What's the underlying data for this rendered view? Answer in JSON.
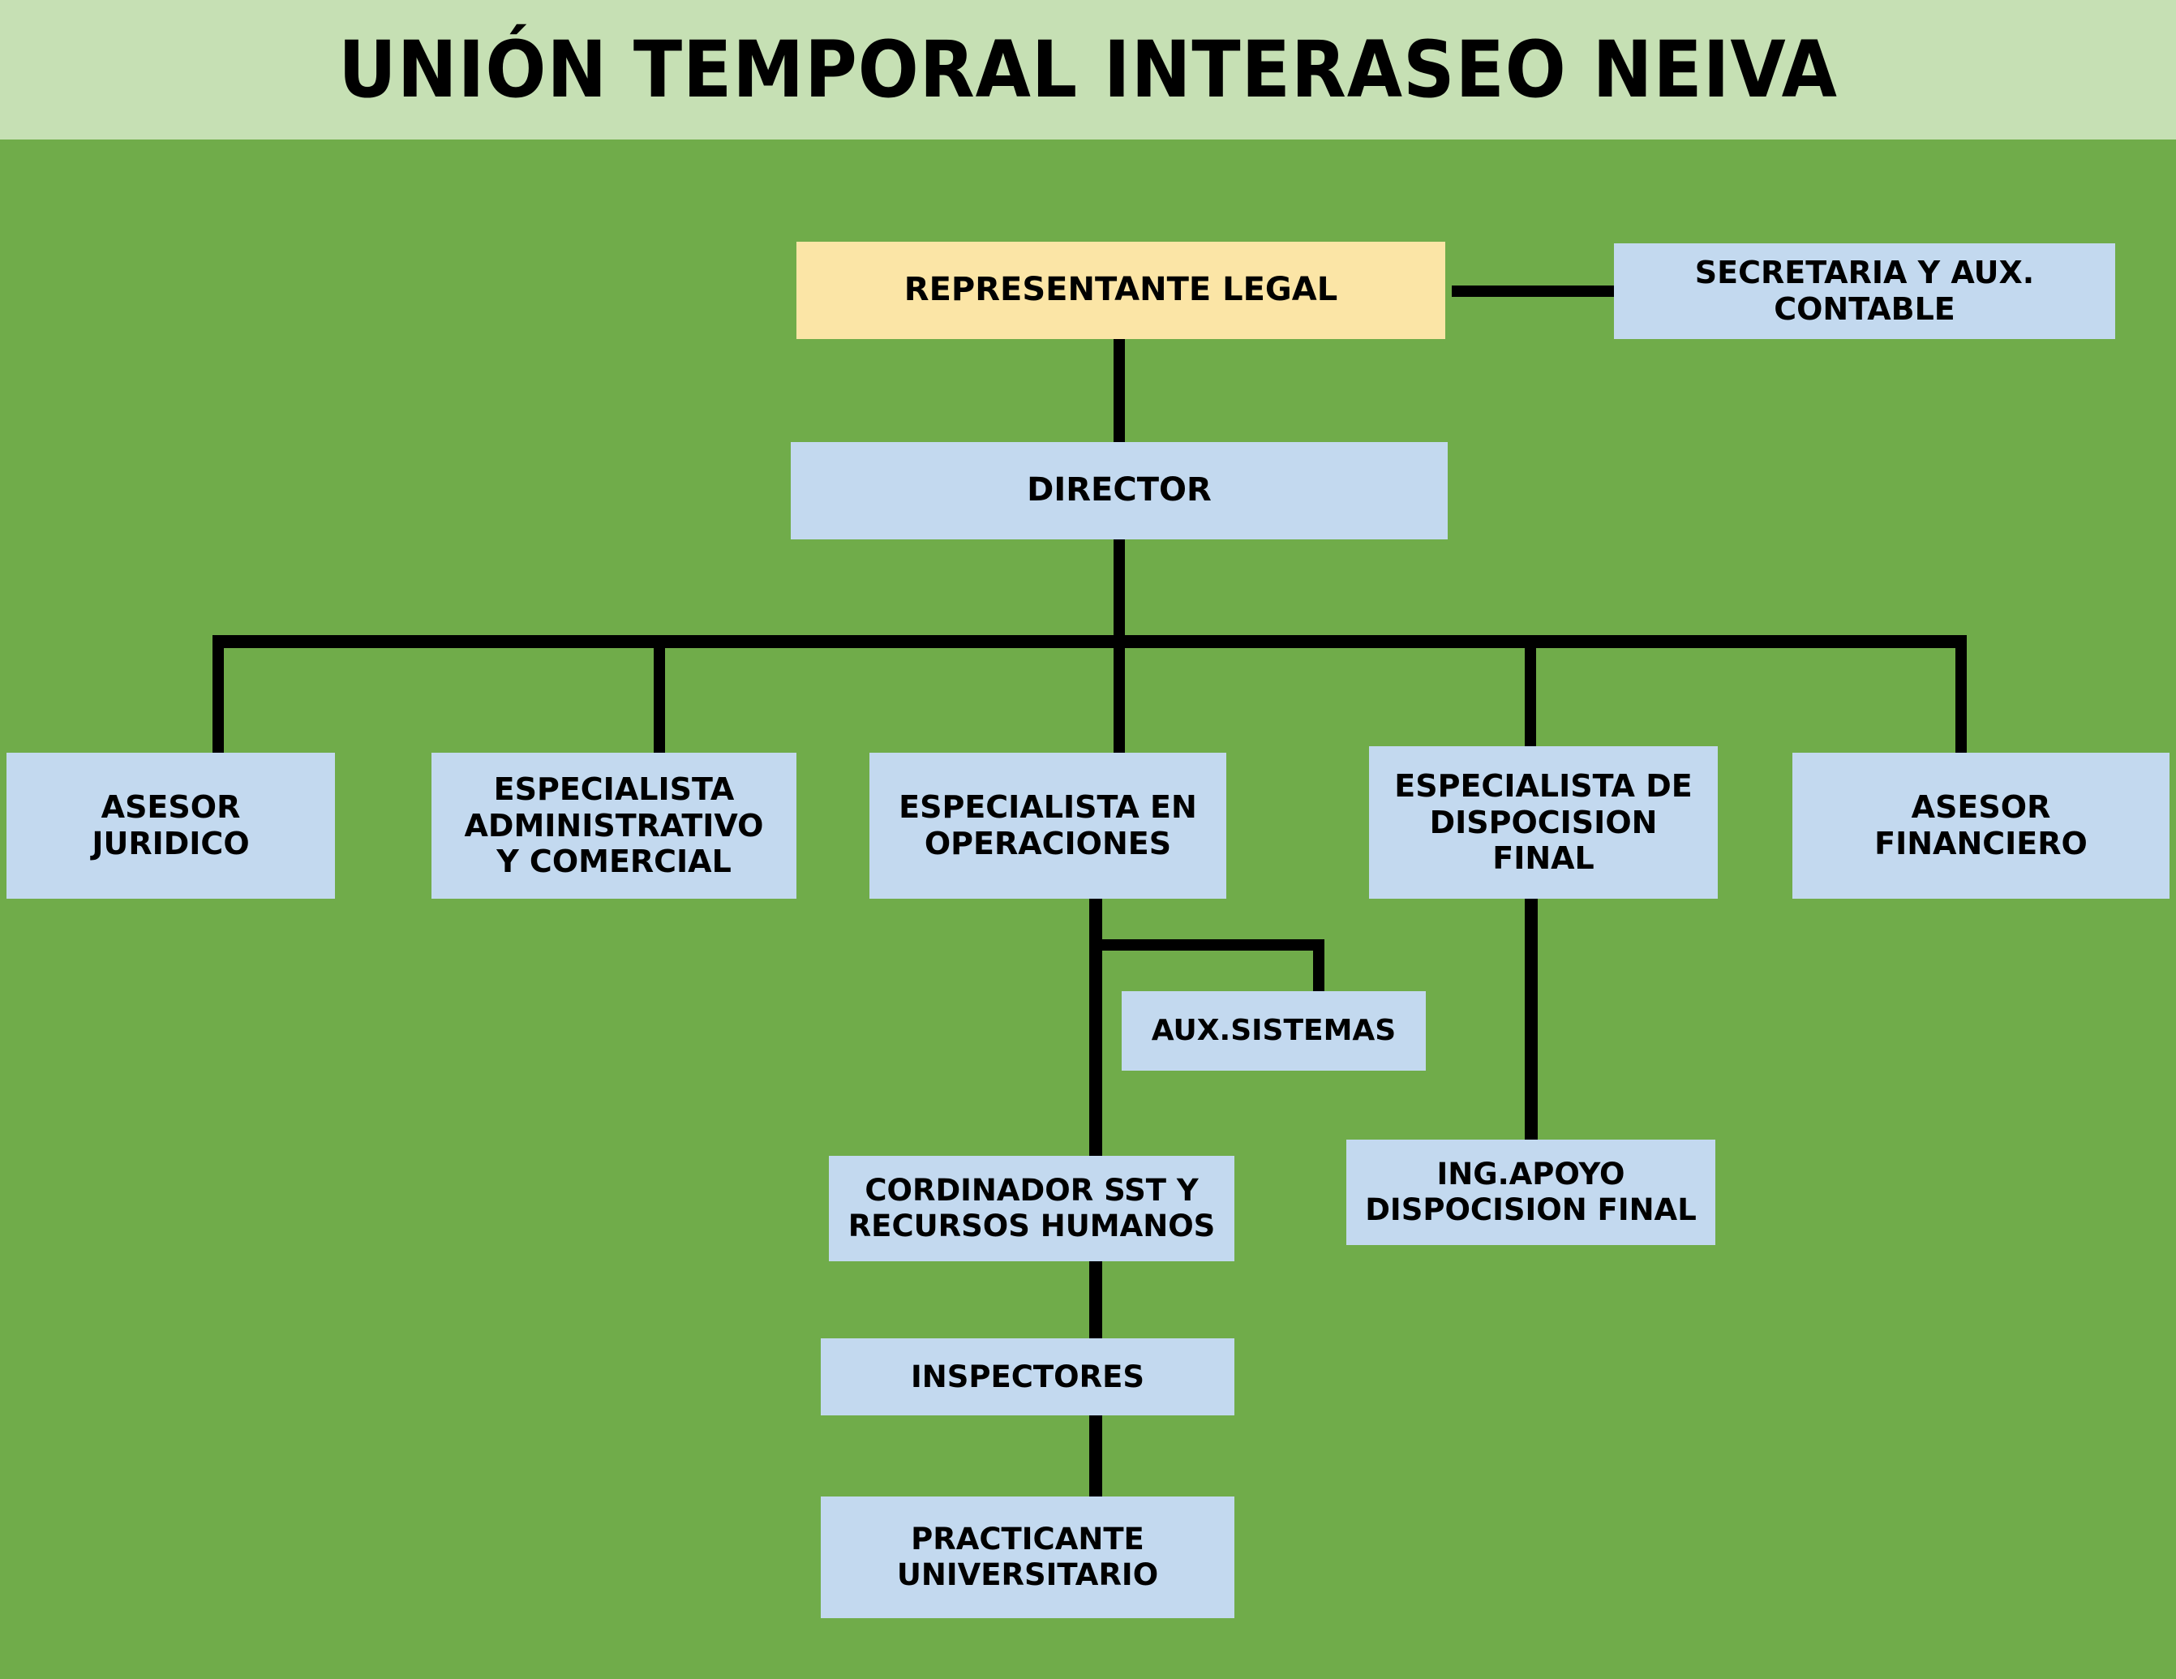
{
  "header": {
    "title": "UNIÓN TEMPORAL INTERASEO NEIVA",
    "band_color": "#C6E0B4"
  },
  "theme": {
    "background_color": "#70AC4A",
    "node_fill": "#C3D9EF",
    "accent_node_fill": "#FBE5A6",
    "connector_color": "#000000",
    "text_color": "#000000"
  },
  "chart_data": {
    "type": "diagram",
    "subtype": "organizational-chart",
    "title": "UNIÓN TEMPORAL INTERASEO NEIVA",
    "orientation": "top-down",
    "nodes": [
      {
        "id": "representante_legal",
        "label": "REPRESENTANTE LEGAL",
        "level": 0,
        "style": "accent"
      },
      {
        "id": "secretaria",
        "label": "SECRETARIA Y AUX.\nCONTABLE",
        "level": 0,
        "style": "staff"
      },
      {
        "id": "director",
        "label": "DIRECTOR",
        "level": 1,
        "style": "standard"
      },
      {
        "id": "asesor_juridico",
        "label": "ASESOR\nJURIDICO",
        "level": 2,
        "style": "standard"
      },
      {
        "id": "esp_admin_comercial",
        "label": "ESPECIALISTA\nADMINISTRATIVO\nY COMERCIAL",
        "level": 2,
        "style": "standard"
      },
      {
        "id": "esp_operaciones",
        "label": "ESPECIALISTA EN\nOPERACIONES",
        "level": 2,
        "style": "standard"
      },
      {
        "id": "esp_disposicion_final",
        "label": "ESPECIALISTA DE\nDISPOCISION\nFINAL",
        "level": 2,
        "style": "standard"
      },
      {
        "id": "asesor_financiero",
        "label": "ASESOR\nFINANCIERO",
        "level": 2,
        "style": "standard"
      },
      {
        "id": "aux_sistemas",
        "label": "AUX.SISTEMAS",
        "level": 3,
        "style": "standard"
      },
      {
        "id": "cordinador_sst",
        "label": "CORDINADOR SST Y\nRECURSOS HUMANOS",
        "level": 3,
        "style": "standard"
      },
      {
        "id": "ing_apoyo",
        "label": "ING.APOYO\nDISPOCISION FINAL",
        "level": 3,
        "style": "standard"
      },
      {
        "id": "inspectores",
        "label": "INSPECTORES",
        "level": 4,
        "style": "standard"
      },
      {
        "id": "practicante",
        "label": "PRACTICANTE\nUNIVERSITARIO",
        "level": 5,
        "style": "standard"
      }
    ],
    "edges": [
      {
        "from": "representante_legal",
        "to": "secretaria",
        "kind": "lateral"
      },
      {
        "from": "representante_legal",
        "to": "director",
        "kind": "vertical"
      },
      {
        "from": "director",
        "to": "asesor_juridico",
        "kind": "bus"
      },
      {
        "from": "director",
        "to": "esp_admin_comercial",
        "kind": "bus"
      },
      {
        "from": "director",
        "to": "esp_operaciones",
        "kind": "bus"
      },
      {
        "from": "director",
        "to": "esp_disposicion_final",
        "kind": "bus"
      },
      {
        "from": "director",
        "to": "asesor_financiero",
        "kind": "bus"
      },
      {
        "from": "esp_operaciones",
        "to": "aux_sistemas",
        "kind": "elbow"
      },
      {
        "from": "esp_operaciones",
        "to": "cordinador_sst",
        "kind": "vertical"
      },
      {
        "from": "esp_disposicion_final",
        "to": "ing_apoyo",
        "kind": "vertical"
      },
      {
        "from": "cordinador_sst",
        "to": "inspectores",
        "kind": "vertical"
      },
      {
        "from": "inspectores",
        "to": "practicante",
        "kind": "vertical"
      }
    ]
  }
}
